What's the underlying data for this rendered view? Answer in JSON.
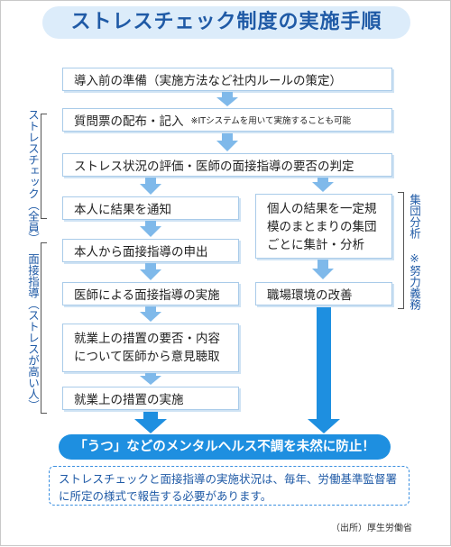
{
  "title": "ストレスチェック制度の実施手順",
  "steps": {
    "prep": "導入前の準備（実施方法など社内ルールの策定）",
    "questionnaire": "質問票の配布・記入",
    "questionnaire_note": "※ITシステムを用いて実施することも可能",
    "evaluation": "ストレス状況の評価・医師の面接指導の要否の判定",
    "notify": "本人に結果を通知",
    "request": "本人から面接指導の申出",
    "interview": "医師による面接指導の実施",
    "opinion_line1": "就業上の措置の要否・内容",
    "opinion_line2": "について医師から意見聴取",
    "measures": "就業上の措置の実施",
    "group_line1": "個人の結果を一定規",
    "group_line2": "模のまとまりの集団",
    "group_line3": "ごとに集計・分析",
    "improve": "職場環境の改善"
  },
  "side_labels": {
    "all": "ストレスチェック（全員）",
    "high": "面接指導（ストレスが高い人）",
    "group": "集団分析",
    "effort": "※努力義務"
  },
  "banner": "「うつ」などのメンタルヘルス不調を未然に防止！",
  "note": "ストレスチェックと面接指導の実施状況は、毎年、労働基準監督署に所定の様式で報告する必要があります。",
  "source": "（出所）厚生労働省",
  "colors": {
    "accent": "#1e8fe0",
    "title_bg": "#dcecfa",
    "title_text": "#1f5aa6"
  }
}
